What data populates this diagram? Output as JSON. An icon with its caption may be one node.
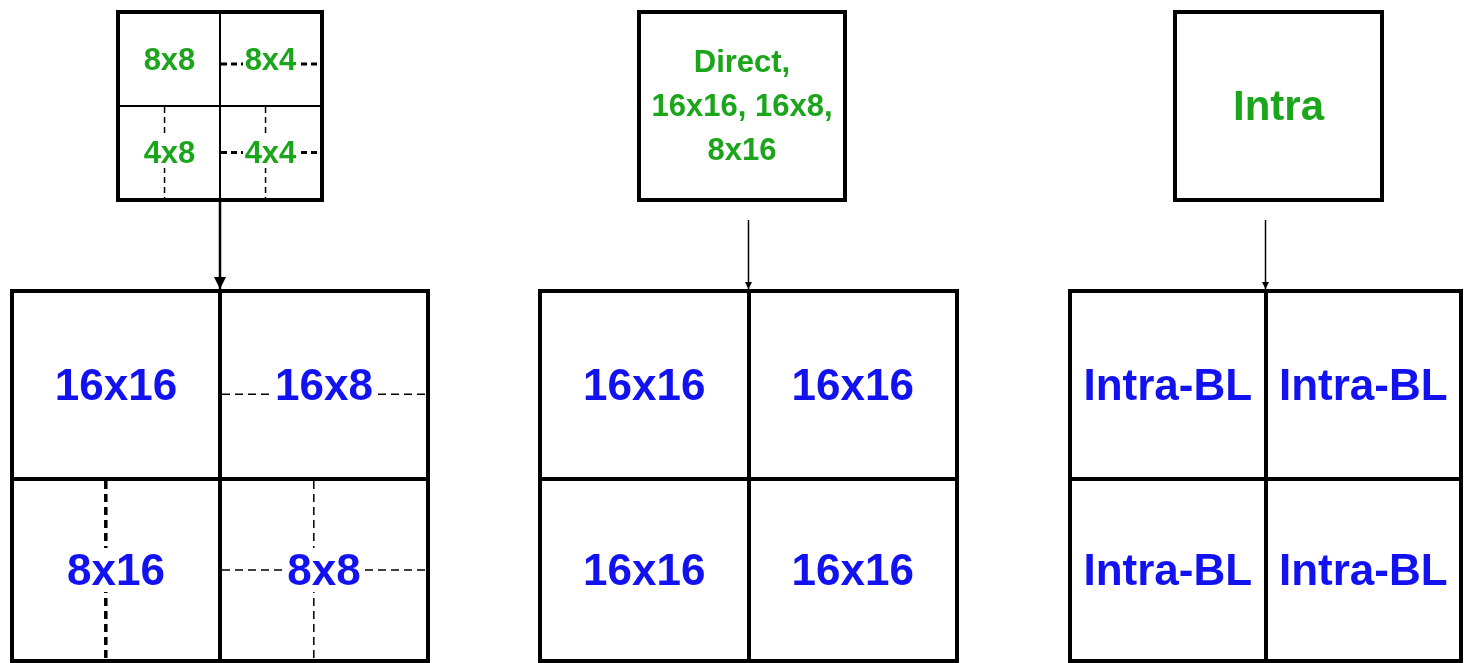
{
  "diagram": {
    "nodes": [
      {
        "text": [],
        "shape": "box"
      },
      {
        "text": [
          "8x8"
        ],
        "in": 0
      },
      {
        "text": [
          "8x4"
        ],
        "in": 0
      },
      {
        "text": [
          "4x8"
        ],
        "in": 0
      },
      {
        "text": [
          "4x4"
        ],
        "in": 0
      },
      {
        "text": [],
        "shape": "box"
      },
      {
        "text": [
          "16x16"
        ],
        "in": 5
      },
      {
        "text": [
          "16x8"
        ],
        "in": 5
      },
      {
        "text": [
          "8x16"
        ],
        "in": 5
      },
      {
        "text": [
          "8x8"
        ],
        "in": 5
      },
      {
        "text": [
          "Direct, 16x16, 16x8, 8x16"
        ]
      },
      {
        "text": [],
        "shape": "box"
      },
      {
        "text": [
          "16x16"
        ],
        "in": 11
      },
      {
        "text": [
          "16x16"
        ],
        "in": 11
      },
      {
        "text": [
          "16x16"
        ],
        "in": 11
      },
      {
        "text": [
          "16x16"
        ],
        "in": 11
      },
      {
        "text": [
          "Intra"
        ]
      },
      {
        "text": [],
        "shape": "box"
      },
      {
        "text": [
          "Intra-BL"
        ],
        "in": 17
      },
      {
        "text": [
          "Intra-BL"
        ],
        "in": 17
      },
      {
        "text": [
          "Intra-BL"
        ],
        "in": 17
      },
      {
        "text": [
          "Intra-BL"
        ],
        "in": 17
      }
    ],
    "edges": [
      {
        "from": 0,
        "to": 5,
        "arrow": "to"
      },
      {
        "from": 10,
        "to": 11,
        "arrow": "to"
      },
      {
        "from": 16,
        "to": 17,
        "arrow": "to"
      }
    ]
  }
}
